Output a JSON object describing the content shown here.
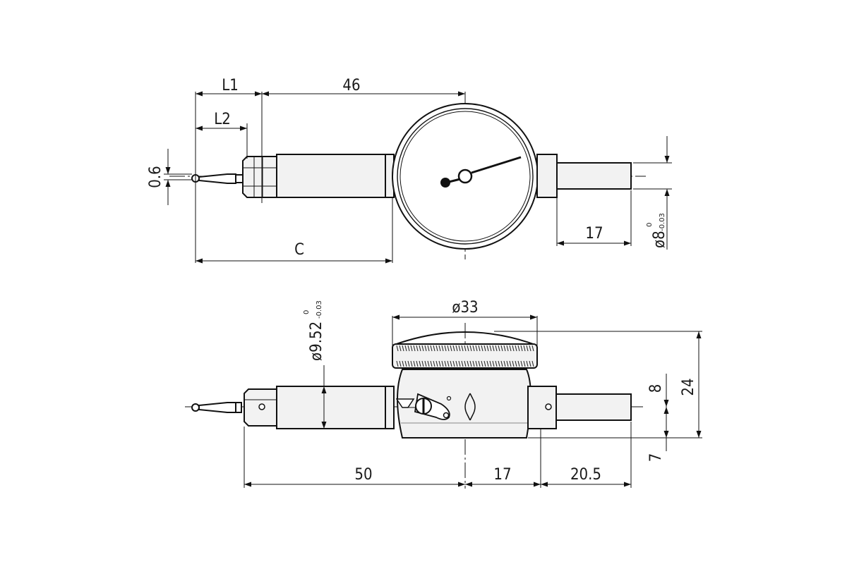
{
  "top_view": {
    "dims": {
      "l1": "L1",
      "l2": "L2",
      "d46": "46",
      "d06": "0.6",
      "c": "C",
      "d17": "17",
      "dia8": "ø8",
      "dia8_tol_upper": "0",
      "dia8_tol_lower": "-0.03"
    }
  },
  "side_view": {
    "dims": {
      "dia33": "ø33",
      "dia952": "ø9.52",
      "dia952_tol_upper": "0",
      "dia952_tol_lower": "-0.03",
      "d8": "8",
      "d24": "24",
      "d7": "7",
      "d50": "50",
      "d17": "17",
      "d205": "20.5"
    }
  },
  "colors": {
    "line": "#111111",
    "fill": "#f2f2f2",
    "background": "#ffffff"
  }
}
